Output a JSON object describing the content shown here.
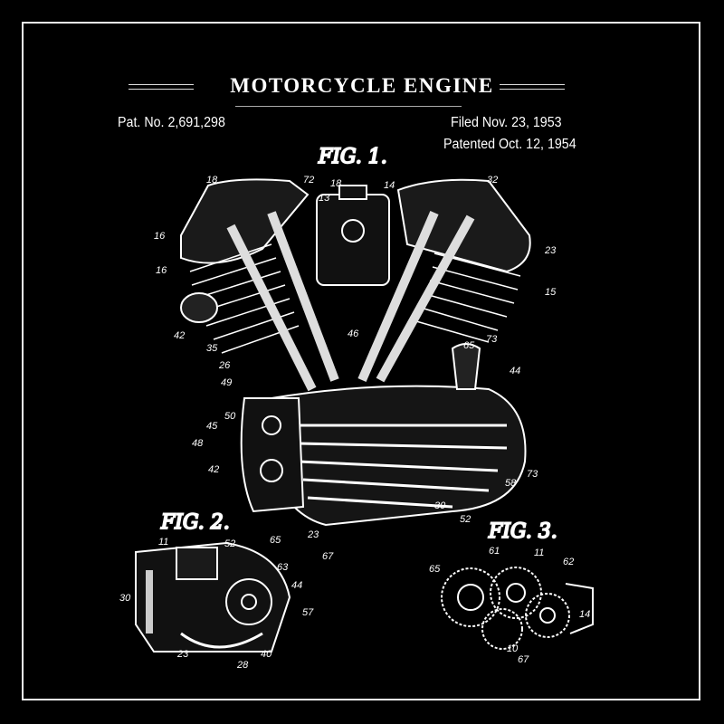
{
  "poster": {
    "title": "MOTORCYCLE ENGINE",
    "patent_number": "Pat. No. 2,691,298",
    "filed": "Filed Nov. 23, 1953",
    "patented": "Patented Oct. 12, 1954",
    "colors": {
      "background": "#000000",
      "ink": "#ffffff"
    }
  },
  "figures": [
    {
      "label": "FIG. 1.",
      "callouts": [
        "18",
        "72",
        "18",
        "13",
        "14",
        "32",
        "16",
        "16",
        "23",
        "15",
        "42",
        "35",
        "46",
        "65",
        "73",
        "26",
        "49",
        "44",
        "50",
        "45",
        "48",
        "42",
        "58",
        "73",
        "30",
        "52",
        "23",
        "65",
        "67"
      ]
    },
    {
      "label": "FIG. 2.",
      "callouts": [
        "11",
        "52",
        "63",
        "44",
        "30",
        "57",
        "23",
        "28",
        "40"
      ]
    },
    {
      "label": "FIG. 3.",
      "callouts": [
        "61",
        "11",
        "62",
        "65",
        "14",
        "10",
        "67"
      ]
    }
  ]
}
